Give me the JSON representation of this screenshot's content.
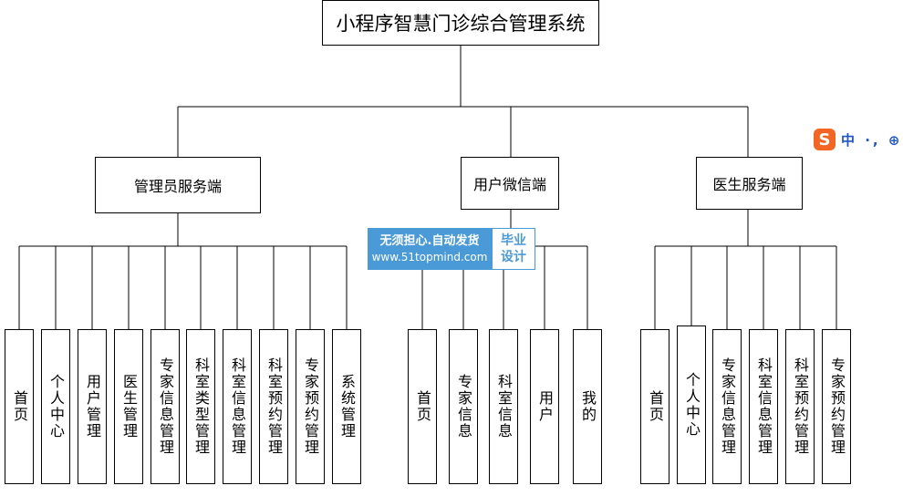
{
  "root": {
    "label": "小程序智慧门诊综合管理系统"
  },
  "branches": [
    {
      "label": "管理员服务端",
      "leaves": [
        "首页",
        "个人中心",
        "用户管理",
        "医生管理",
        "专家信息管理",
        "科室类型管理",
        "科室信息管理",
        "科室预约管理",
        "专家预约管理",
        "系统管理"
      ]
    },
    {
      "label": "用户微信端",
      "leaves": [
        "首页",
        "专家信息",
        "科室信息",
        "用户",
        "我的"
      ]
    },
    {
      "label": "医生服务端",
      "leaves": [
        "首页",
        "个人中心",
        "专家信息管理",
        "科室信息管理",
        "科室预约管理",
        "专家预约管理"
      ]
    }
  ],
  "watermark": {
    "line1": "无须担心.自动发货",
    "line2": "www.51topmind.com",
    "badge_line1": "毕业",
    "badge_line2": "设计",
    "color": "#4a9ad8"
  },
  "ime": {
    "logo": "S",
    "text": "中 ·, ⊕"
  }
}
